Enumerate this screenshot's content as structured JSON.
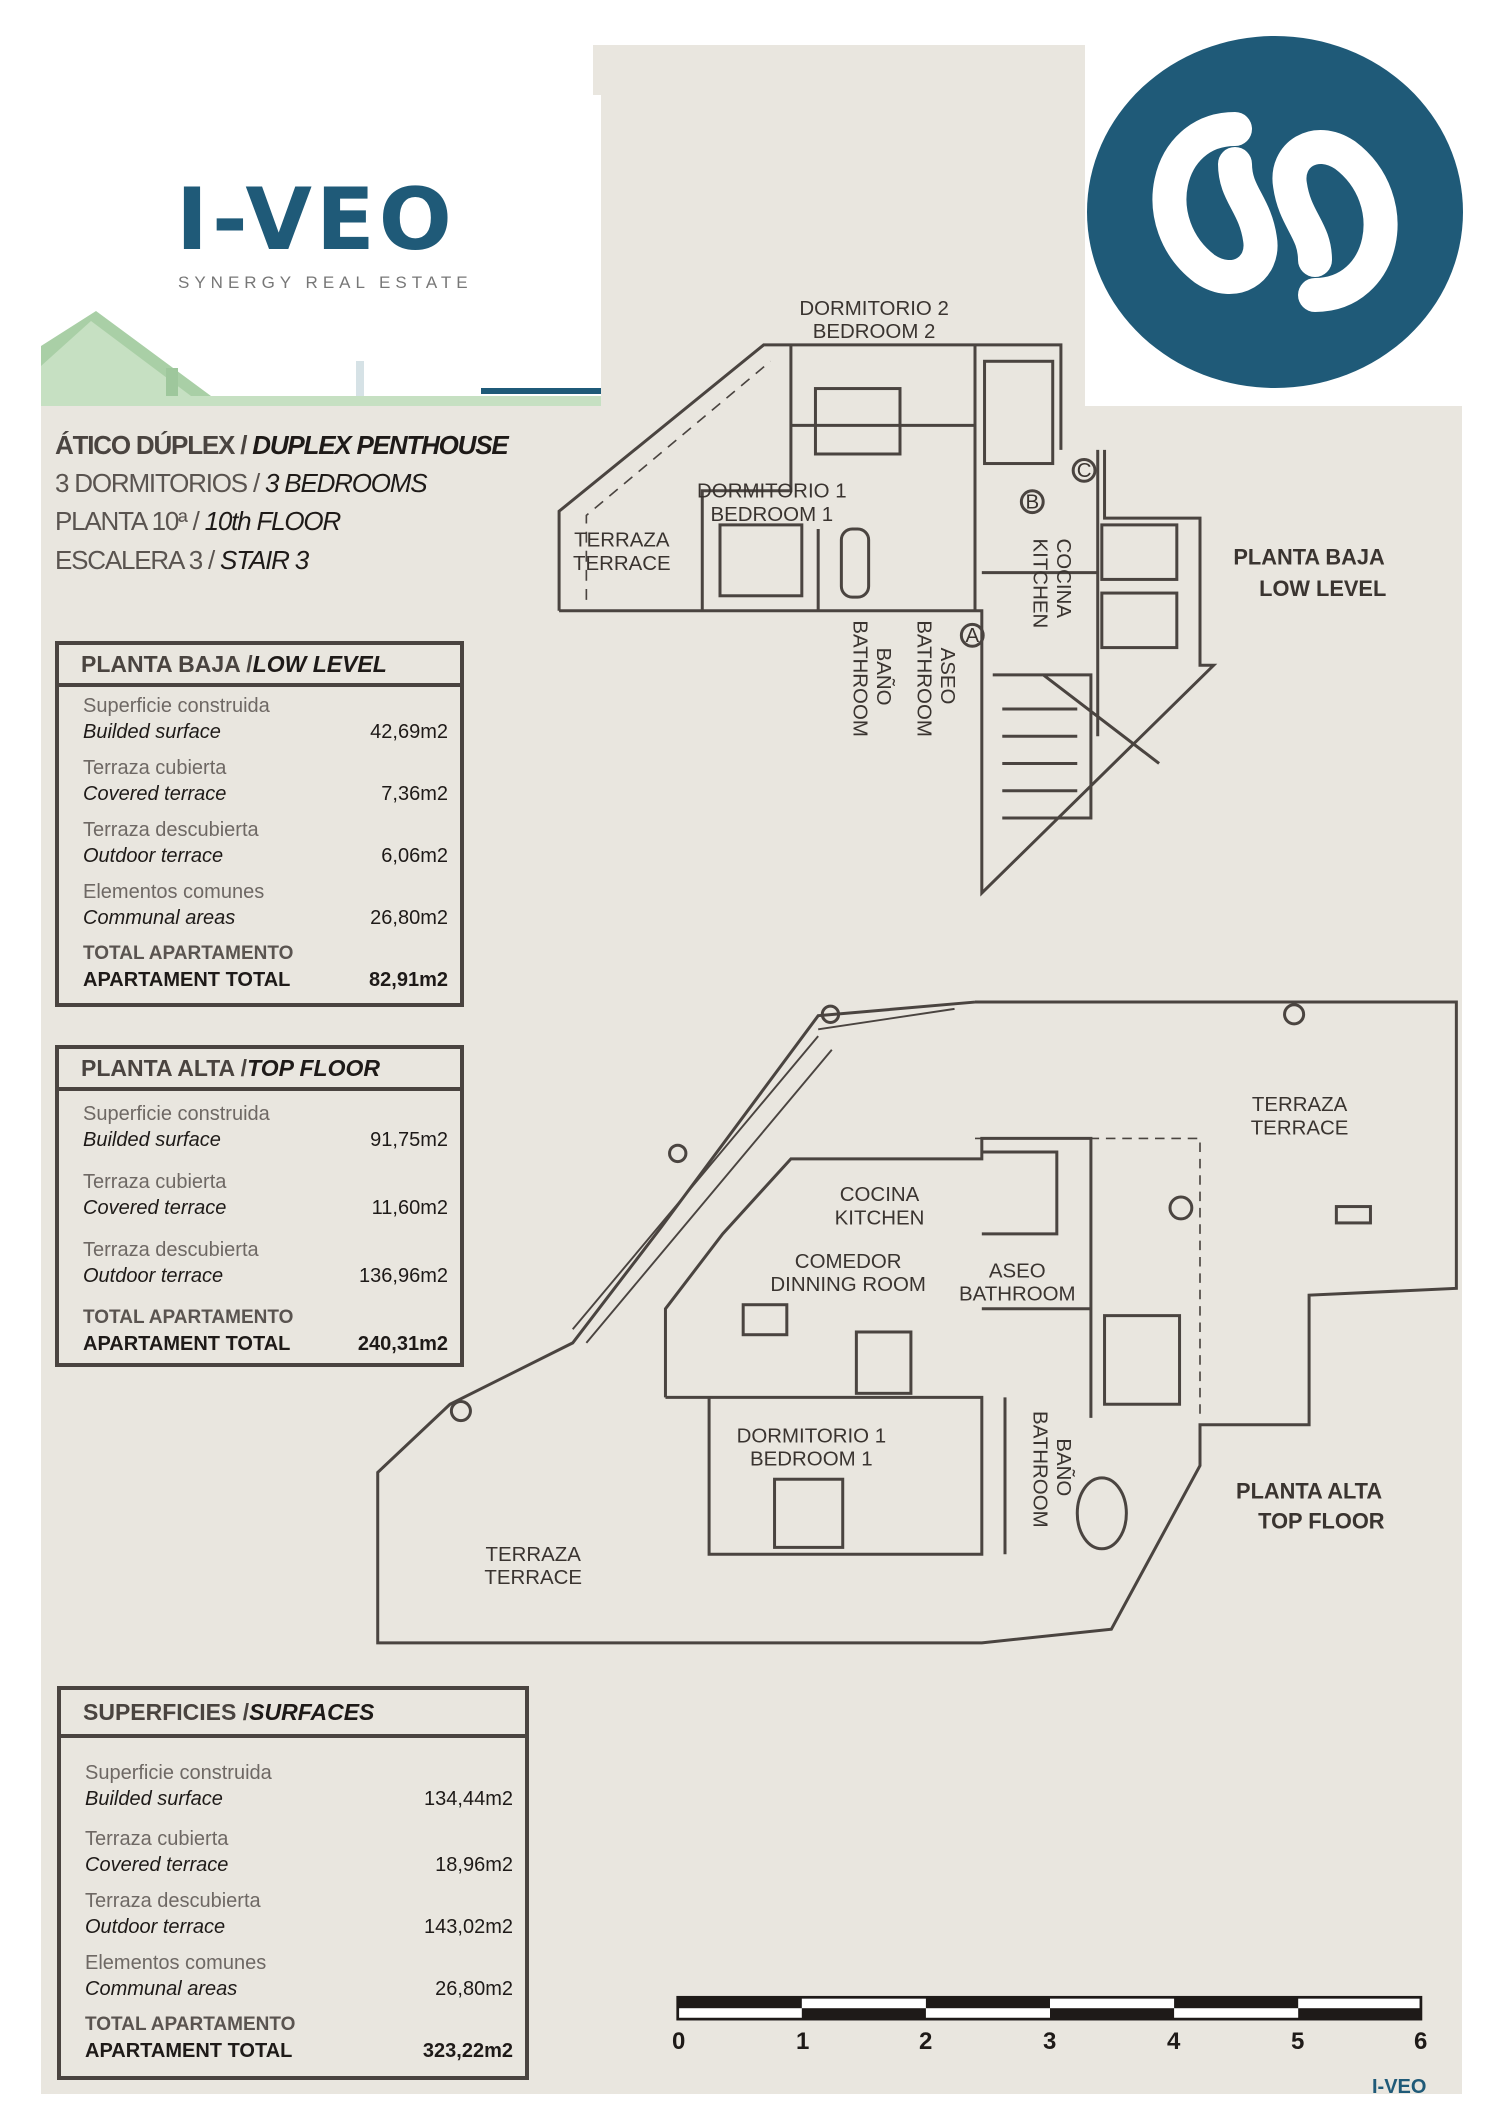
{
  "brand": {
    "name": "I-VEO",
    "tagline": "SYNERGY REAL ESTATE",
    "color": "#1f5a78",
    "footer_logo": "I-VEO"
  },
  "title": {
    "line1_es": "ÁTICO DÚPLEX / ",
    "line1_en": "DUPLEX PENTHOUSE",
    "line2_es": "3 DORMITORIOS / ",
    "line2_en": "3 BEDROOMS",
    "line3_es": "PLANTA 10ª / ",
    "line3_en": "10th FLOOR",
    "line4_es": "ESCALERA 3 / ",
    "line4_en": "STAIR 3"
  },
  "tables": [
    {
      "head_es": "PLANTA BAJA / ",
      "head_en": "LOW LEVEL",
      "rows": [
        {
          "es": "Superficie construida",
          "en": "Builded surface",
          "value": "42,69m2"
        },
        {
          "es": "Terraza cubierta",
          "en": "Covered terrace",
          "value": "7,36m2"
        },
        {
          "es": "Terraza descubierta",
          "en": "Outdoor terrace",
          "value": "6,06m2"
        },
        {
          "es": "Elementos comunes",
          "en": "Communal areas",
          "value": "26,80m2"
        },
        {
          "es": "TOTAL APARTAMENTO",
          "en": "APARTAMENT TOTAL",
          "value": "82,91m2"
        }
      ]
    },
    {
      "head_es": "PLANTA ALTA / ",
      "head_en": "TOP FLOOR",
      "rows": [
        {
          "es": "Superficie construida",
          "en": "Builded surface",
          "value": "91,75m2"
        },
        {
          "es": "Terraza cubierta",
          "en": "Covered terrace",
          "value": "11,60m2"
        },
        {
          "es": "Terraza descubierta",
          "en": "Outdoor terrace",
          "value": "136,96m2"
        },
        {
          "es": "TOTAL APARTAMENTO",
          "en": "APARTAMENT TOTAL",
          "value": "240,31m2"
        }
      ]
    },
    {
      "head_es": "SUPERFICIES / ",
      "head_en": "SURFACES",
      "rows": [
        {
          "es": "Superficie construida",
          "en": "Builded surface",
          "value": "134,44m2"
        },
        {
          "es": "Terraza cubierta",
          "en": "Covered terrace",
          "value": "18,96m2"
        },
        {
          "es": "Terraza descubierta",
          "en": "Outdoor terrace",
          "value": "143,02m2"
        },
        {
          "es": "Elementos comunes",
          "en": "Communal areas",
          "value": "26,80m2"
        },
        {
          "es": "TOTAL APARTAMENTO",
          "en": "APARTAMENT TOTAL",
          "value": "323,22m2"
        }
      ]
    }
  ],
  "low_plan": {
    "level_es": "PLANTA BAJA",
    "level_en": "LOW LEVEL",
    "bed2_es": "DORMITORIO 2",
    "bed2_en": "BEDROOM 2",
    "bed1_es": "DORMITORIO 1",
    "bed1_en": "BEDROOM 1",
    "terr_es": "TERRAZA",
    "terr_en": "TERRACE",
    "kitchen_es": "COCINA",
    "kitchen_en": "KITCHEN",
    "bath_es": "BAÑO",
    "bath_en": "BATHROOM",
    "aseo_es": "ASEO",
    "aseo_en": "BATHROOM",
    "marker_a": "A",
    "marker_b": "B",
    "marker_c": "C"
  },
  "top_plan": {
    "level_es": "PLANTA ALTA",
    "level_en": "TOP FLOOR",
    "terr1_es": "TERRAZA",
    "terr1_en": "TERRACE",
    "terr2_es": "TERRAZA",
    "terr2_en": "TERRACE",
    "kitchen_es": "COCINA",
    "kitchen_en": "KITCHEN",
    "dining_es": "COMEDOR",
    "dining_en": "DINNING ROOM",
    "aseo_es": "ASEO",
    "aseo_en": "BATHROOM",
    "bed1_es": "DORMITORIO 1",
    "bed1_en": "BEDROOM 1",
    "bath_es": "BAÑO",
    "bath_en": "BATHROOM"
  },
  "scale": {
    "unit_labels": [
      "0",
      "1",
      "2",
      "3",
      "4",
      "5",
      "6"
    ]
  }
}
